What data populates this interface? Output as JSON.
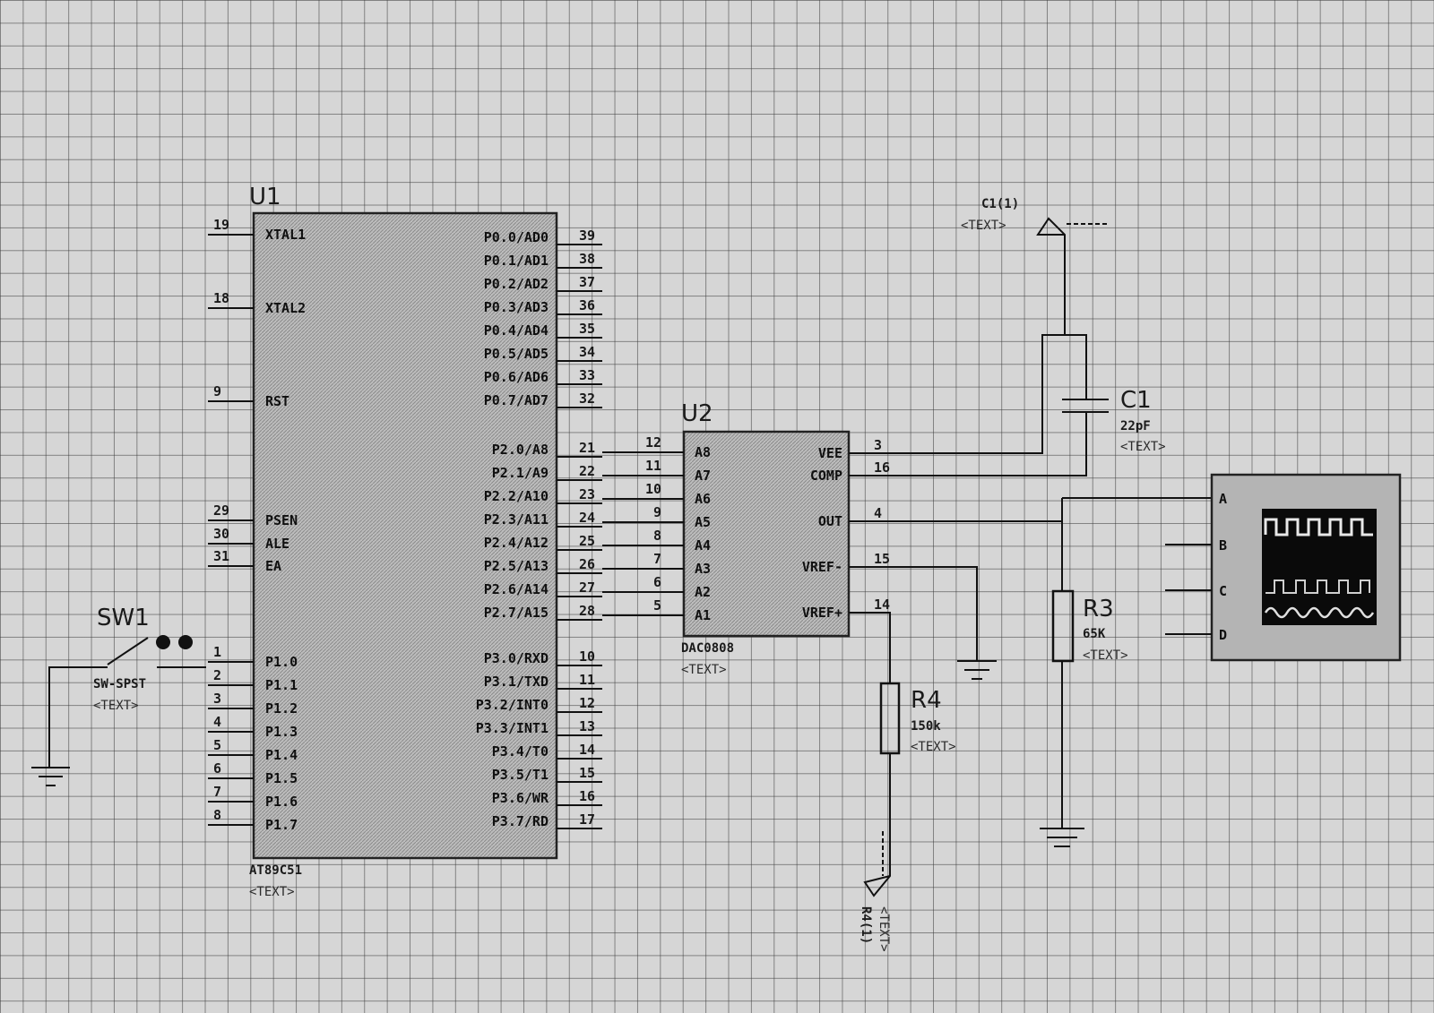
{
  "u1": {
    "ref": "U1",
    "part": "AT89C51",
    "text": "<TEXT>",
    "left_pins": [
      {
        "num": "19",
        "name": "XTAL1"
      },
      {
        "num": "18",
        "name": "XTAL2"
      },
      {
        "num": "9",
        "name": "RST"
      },
      {
        "num": "29",
        "name": "PSEN"
      },
      {
        "num": "30",
        "name": "ALE"
      },
      {
        "num": "31",
        "name": "EA"
      },
      {
        "num": "1",
        "name": "P1.0"
      },
      {
        "num": "2",
        "name": "P1.1"
      },
      {
        "num": "3",
        "name": "P1.2"
      },
      {
        "num": "4",
        "name": "P1.3"
      },
      {
        "num": "5",
        "name": "P1.4"
      },
      {
        "num": "6",
        "name": "P1.5"
      },
      {
        "num": "7",
        "name": "P1.6"
      },
      {
        "num": "8",
        "name": "P1.7"
      }
    ],
    "right_pins": [
      {
        "num": "39",
        "name": "P0.0/AD0"
      },
      {
        "num": "38",
        "name": "P0.1/AD1"
      },
      {
        "num": "37",
        "name": "P0.2/AD2"
      },
      {
        "num": "36",
        "name": "P0.3/AD3"
      },
      {
        "num": "35",
        "name": "P0.4/AD4"
      },
      {
        "num": "34",
        "name": "P0.5/AD5"
      },
      {
        "num": "33",
        "name": "P0.6/AD6"
      },
      {
        "num": "32",
        "name": "P0.7/AD7"
      },
      {
        "num": "21",
        "name": "P2.0/A8"
      },
      {
        "num": "22",
        "name": "P2.1/A9"
      },
      {
        "num": "23",
        "name": "P2.2/A10"
      },
      {
        "num": "24",
        "name": "P2.3/A11"
      },
      {
        "num": "25",
        "name": "P2.4/A12"
      },
      {
        "num": "26",
        "name": "P2.5/A13"
      },
      {
        "num": "27",
        "name": "P2.6/A14"
      },
      {
        "num": "28",
        "name": "P2.7/A15"
      },
      {
        "num": "10",
        "name": "P3.0/RXD"
      },
      {
        "num": "11",
        "name": "P3.1/TXD"
      },
      {
        "num": "12",
        "name": "P3.2/INT0"
      },
      {
        "num": "13",
        "name": "P3.3/INT1"
      },
      {
        "num": "14",
        "name": "P3.4/T0"
      },
      {
        "num": "15",
        "name": "P3.5/T1"
      },
      {
        "num": "16",
        "name": "P3.6/WR"
      },
      {
        "num": "17",
        "name": "P3.7/RD"
      }
    ]
  },
  "u2": {
    "ref": "U2",
    "part": "DAC0808",
    "text": "<TEXT>",
    "left_pins": [
      {
        "num": "12",
        "name": "A8"
      },
      {
        "num": "11",
        "name": "A7"
      },
      {
        "num": "10",
        "name": "A6"
      },
      {
        "num": "9",
        "name": "A5"
      },
      {
        "num": "8",
        "name": "A4"
      },
      {
        "num": "7",
        "name": "A3"
      },
      {
        "num": "6",
        "name": "A2"
      },
      {
        "num": "5",
        "name": "A1"
      }
    ],
    "right_pins": [
      {
        "num": "3",
        "name": "VEE"
      },
      {
        "num": "16",
        "name": "COMP"
      },
      {
        "num": "4",
        "name": "OUT"
      },
      {
        "num": "15",
        "name": "VREF-"
      },
      {
        "num": "14",
        "name": "VREF+"
      }
    ]
  },
  "sw1": {
    "ref": "SW1",
    "part": "SW-SPST",
    "text": "<TEXT>"
  },
  "c1": {
    "ref": "C1",
    "value": "22pF",
    "text": "<TEXT>"
  },
  "r3": {
    "ref": "R3",
    "value": "65K",
    "text": "<TEXT>"
  },
  "r4": {
    "ref": "R4",
    "value": "150k",
    "text": "<TEXT>"
  },
  "c1_terminal": {
    "label": "C1(1)",
    "text": "<TEXT>"
  },
  "r4_terminal": {
    "label": "R4(1)",
    "text": "<TEXT>"
  },
  "scope": {
    "channels": [
      "A",
      "B",
      "C",
      "D"
    ]
  },
  "colors": {
    "wire": "#111111",
    "grid": "#3c3c3c",
    "background": "#d6d6d6",
    "scope_screen": "#0a0a0a",
    "trace": "#e8e8e8"
  }
}
